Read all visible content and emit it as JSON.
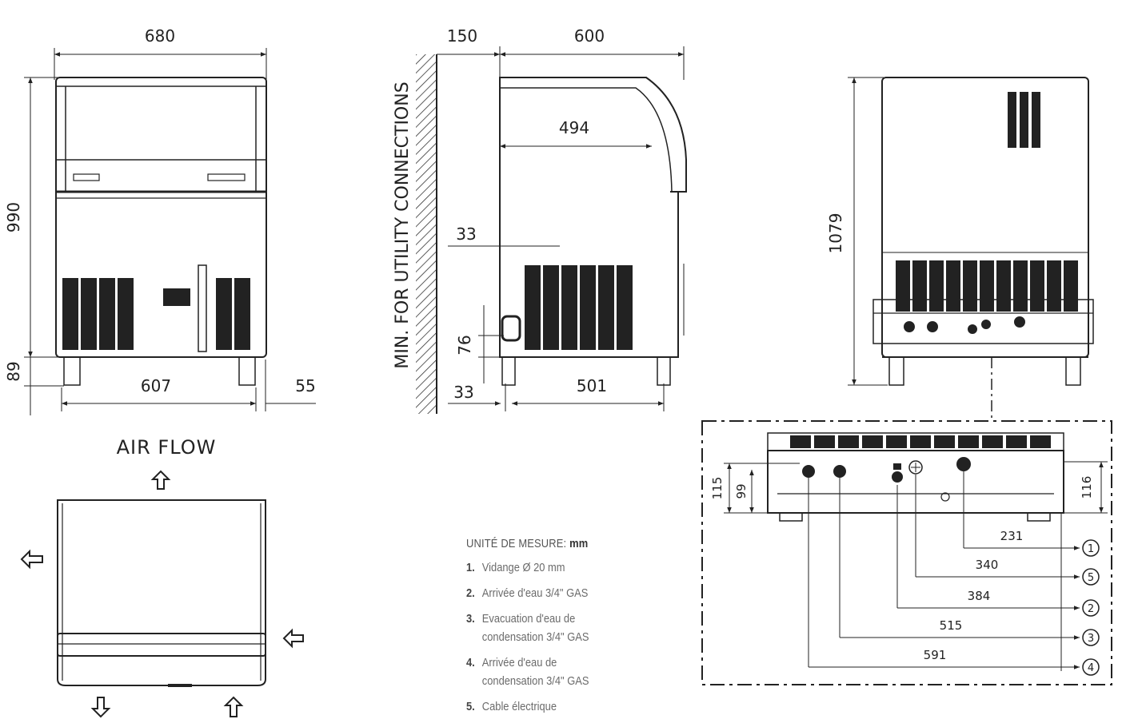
{
  "front_view": {
    "width_top": "680",
    "height": "990",
    "feet_height": "89",
    "width_bottom": "607",
    "right_offset": "55"
  },
  "side_view": {
    "wall_clearance": "150",
    "depth": "600",
    "inner_depth": "494",
    "connection_label": "MIN. FOR UTILITY CONNECTIONS",
    "top_offset": "33",
    "connection_height": "76",
    "bottom_offset": "33",
    "base_depth": "501"
  },
  "rear_view": {
    "height": "1079"
  },
  "air_flow": {
    "title": "AIR FLOW"
  },
  "detail_view": {
    "h1": "115",
    "h2": "99",
    "h3": "116",
    "dims": [
      "231",
      "340",
      "384",
      "515",
      "591"
    ],
    "callouts": [
      "1",
      "5",
      "2",
      "3",
      "4"
    ]
  },
  "legend": {
    "heading": "UNITÉ DE MESURE:",
    "unit": "mm",
    "items": [
      {
        "num": "1.",
        "line1": "Vidange Ø 20 mm",
        "line2": ""
      },
      {
        "num": "2.",
        "line1": "Arrivée d'eau 3/4\" GAS",
        "line2": ""
      },
      {
        "num": "3.",
        "line1": "Evacuation d'eau de",
        "line2": "condensation 3/4\" GAS"
      },
      {
        "num": "4.",
        "line1": "Arrivée d'eau de",
        "line2": "condensation 3/4\" GAS"
      },
      {
        "num": "5.",
        "line1": "Cable électrique",
        "line2": ""
      }
    ]
  }
}
